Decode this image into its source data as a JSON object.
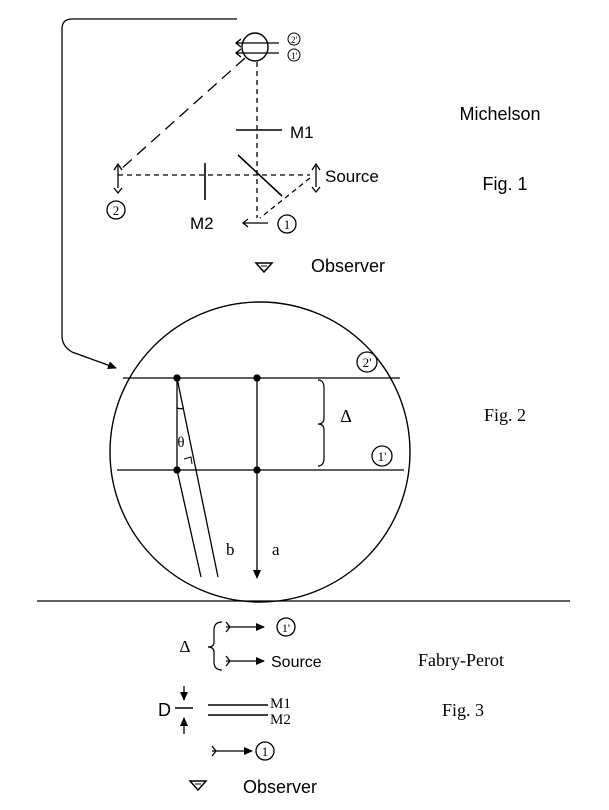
{
  "fig1": {
    "title": "Michelson",
    "caption": "Fig. 1",
    "labels": {
      "m1": "M1",
      "m2": "M2",
      "source": "Source",
      "observer": "Observer",
      "beam1": "①",
      "beam2": "②",
      "image1p": "1'",
      "image2p": "2'"
    }
  },
  "fig2": {
    "caption": "Fig. 2",
    "labels": {
      "delta": "Δ",
      "theta": "θ",
      "a": "a",
      "b": "b",
      "image2p": "2'",
      "image1p": "1'"
    }
  },
  "fig3": {
    "title": "Fabry-Perot",
    "caption": "Fig. 3",
    "labels": {
      "delta": "Δ",
      "image1p": "1'",
      "source": "Source",
      "d": "D",
      "m1": "M1",
      "m2": "M2",
      "beam1": "①",
      "observer": "Observer"
    }
  }
}
